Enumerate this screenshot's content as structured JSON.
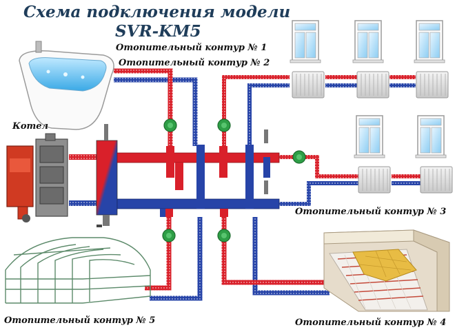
{
  "title": {
    "line1": "Схема подключения модели",
    "line2": "SVR-KM5"
  },
  "labels": {
    "circuit1": "Отопительный контур  № 1",
    "circuit2": "Отопительный контур № 2",
    "circuit3": "Отопительный контур № 3",
    "circuit4": "Отопительный контур № 4",
    "circuit5": "Отопительный контур № 5",
    "boiler": "Котел"
  },
  "colors": {
    "supply": "#d9202a",
    "return": "#2744a8",
    "pump": "#2e9e46",
    "title": "#1f3d5a",
    "background": "#ffffff"
  },
  "icons": [
    "bathtub-icon",
    "boiler-icon",
    "greenhouse-icon",
    "window-icon",
    "radiator-icon",
    "pump-icon",
    "underfloor-heating-icon"
  ]
}
